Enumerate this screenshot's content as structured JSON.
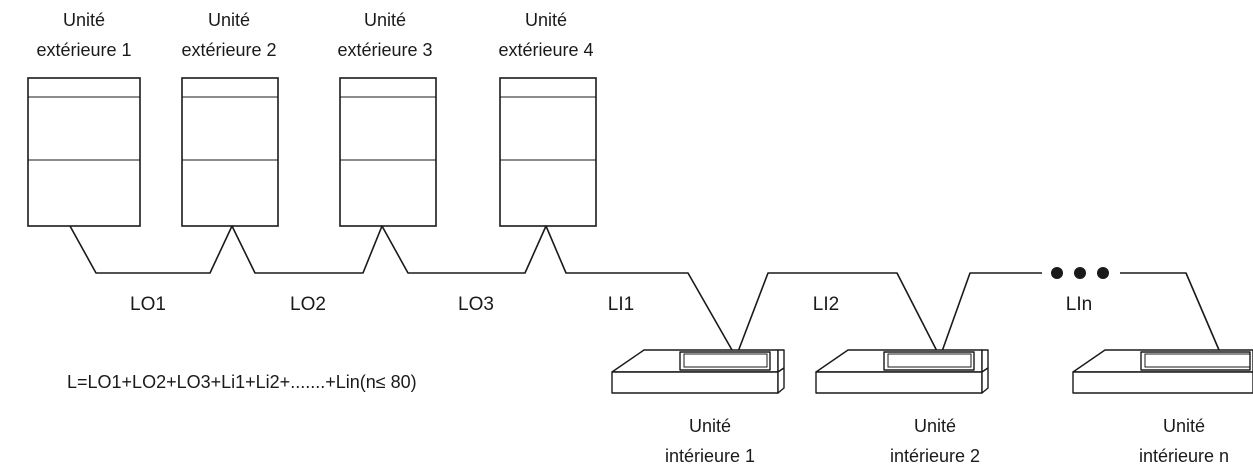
{
  "outdoor_units": [
    {
      "line1": "Unité",
      "line2": "extérieure 1"
    },
    {
      "line1": "Unité",
      "line2": "extérieure 2"
    },
    {
      "line1": "Unité",
      "line2": "extérieure 3"
    },
    {
      "line1": "Unité",
      "line2": "extérieure 4"
    }
  ],
  "indoor_units": [
    {
      "line1": "Unité",
      "line2": "intérieure 1"
    },
    {
      "line1": "Unité",
      "line2": "intérieure 2"
    },
    {
      "line1": "Unité",
      "line2": "intérieure n"
    }
  ],
  "segments": {
    "lo1": "LO1",
    "lo2": "LO2",
    "lo3": "LO3",
    "li1": "LI1",
    "li2": "LI2",
    "lin": "LIn"
  },
  "formula": "L=LO1+LO2+LO3+Li1+Li2+.......+Lin(n≤ 80)",
  "continuation_marker": "● ● ●"
}
